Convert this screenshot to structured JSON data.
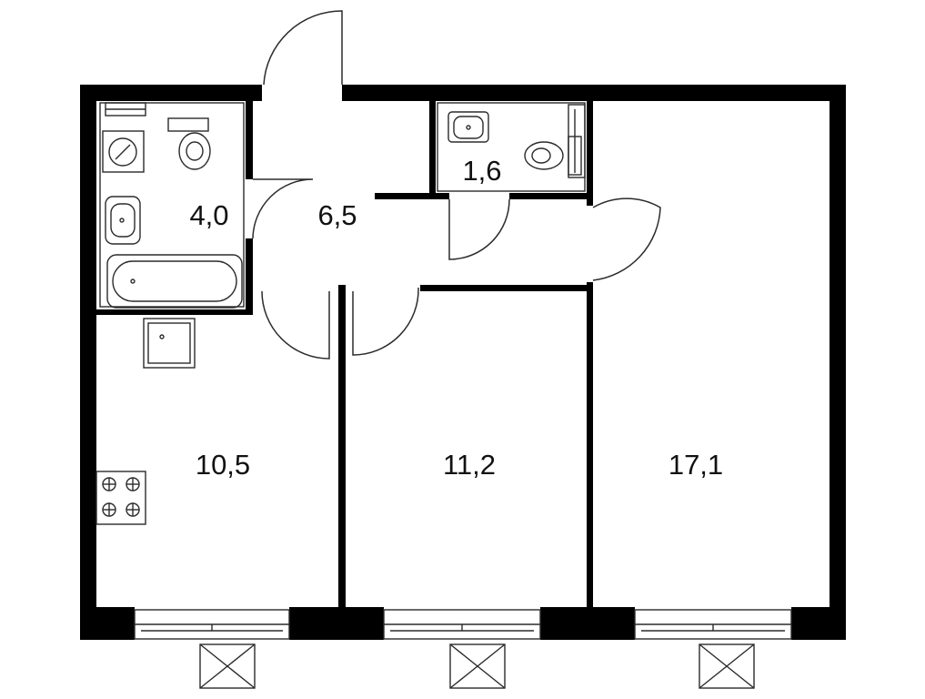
{
  "rooms": {
    "bathroom": {
      "area": "4,0"
    },
    "hallway": {
      "area": "6,5"
    },
    "toilet": {
      "area": "1,6"
    },
    "kitchen": {
      "area": "10,5"
    },
    "bedroom": {
      "area": "11,2"
    },
    "living_room": {
      "area": "17,1"
    }
  },
  "colors": {
    "wall": "#000000",
    "line": "#2b2b2b",
    "background": "#ffffff"
  },
  "icons": [
    "washing-machine-icon",
    "toilet-icon",
    "sink-icon",
    "bathtub-icon",
    "fridge-icon",
    "stove-icon",
    "shower-icon",
    "balcony-icon",
    "window-icon",
    "door-icon"
  ]
}
